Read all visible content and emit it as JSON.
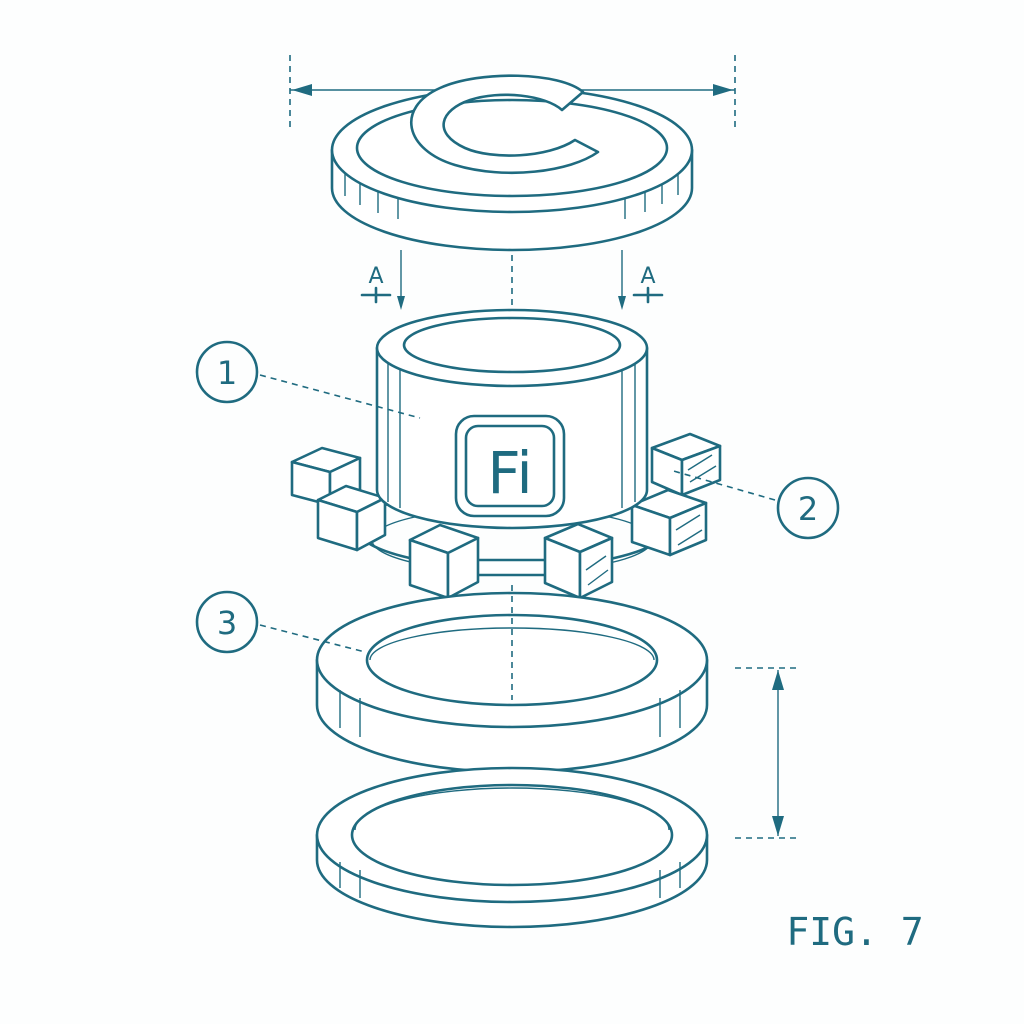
{
  "figure": {
    "caption": "FIG. 7",
    "section_marker_left": "A",
    "section_marker_right": "A",
    "callouts": [
      "1",
      "2",
      "3"
    ],
    "coin_emblem": "C",
    "element_badge": "Fi"
  },
  "colors": {
    "ink": "#1f6b80",
    "paper": "#fdfefe"
  }
}
